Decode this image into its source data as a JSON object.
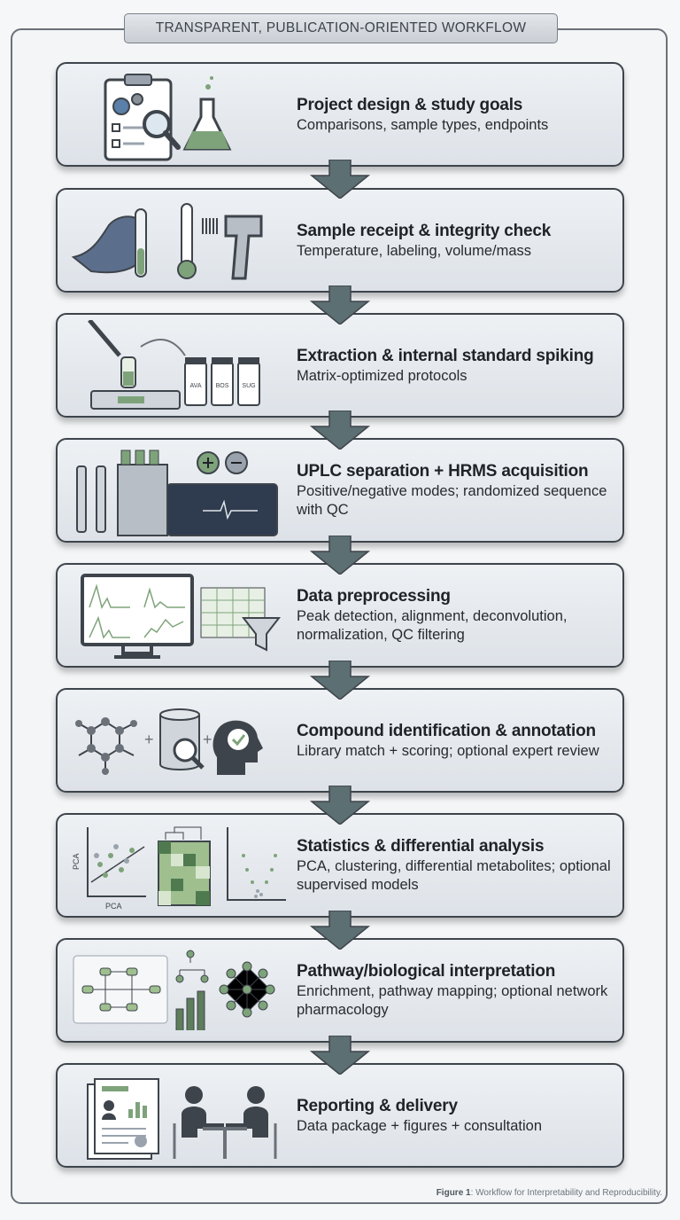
{
  "title": "TRANSPARENT, PUBLICATION-ORIENTED WORKFLOW",
  "steps": [
    {
      "title": "Project design & study goals",
      "desc": "Comparisons, sample types, endpoints"
    },
    {
      "title": "Sample receipt & integrity check",
      "desc": "Temperature, labeling, volume/mass"
    },
    {
      "title": "Extraction & internal standard spiking",
      "desc": "Matrix-optimized protocols",
      "vial_labels": [
        "AVA",
        "BOS",
        "SUG"
      ]
    },
    {
      "title": "UPLC separation + HRMS acquisition",
      "desc": "Positive/negative modes; randomized sequence with QC"
    },
    {
      "title": "Data preprocessing",
      "desc": "Peak detection, alignment, deconvolution, normalization, QC filtering"
    },
    {
      "title": "Compound identification & annotation",
      "desc": "Library match + scoring; optional expert review"
    },
    {
      "title": "Statistics & differential analysis",
      "desc": "PCA, clustering, differential metabolites; optional supervised models",
      "axis_label": "PCA"
    },
    {
      "title": "Pathway/biological interpretation",
      "desc": "Enrichment, pathway mapping; optional network pharmacology"
    },
    {
      "title": "Reporting & delivery",
      "desc": "Data package + figures + consultation"
    }
  ],
  "caption": {
    "label": "Figure 1",
    "text": ": Workflow for Interpretability and Reproducibility."
  },
  "colors": {
    "accent_green": "#7ea37a",
    "border": "#3e444b",
    "arrow": "#5c6f72"
  }
}
